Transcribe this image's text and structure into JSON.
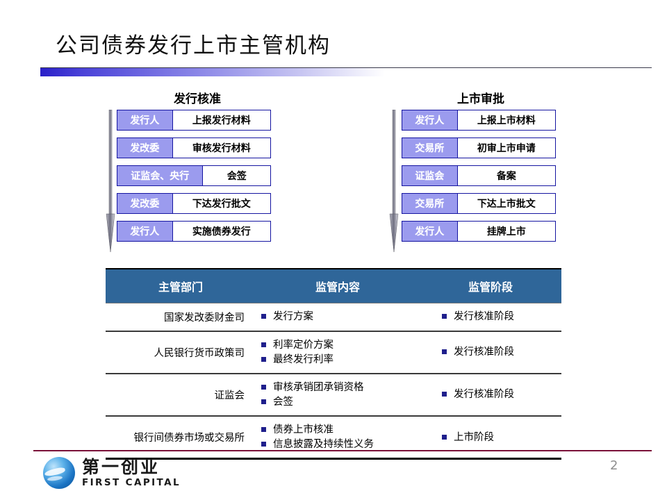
{
  "slide": {
    "title": "公司债券发行上市主管机构",
    "page_number": "2"
  },
  "flows": {
    "left": {
      "heading": "发行核准",
      "arrow_icon": "down-arrow-icon",
      "steps": [
        {
          "actor": "发行人",
          "action": "上报发行材料"
        },
        {
          "actor": "发改委",
          "action": "审核发行材料"
        },
        {
          "actor": "证监会、央行",
          "action": "会签"
        },
        {
          "actor": "发改委",
          "action": "下达发行批文"
        },
        {
          "actor": "发行人",
          "action": "实施债券发行"
        }
      ]
    },
    "right": {
      "heading": "上市审批",
      "arrow_icon": "down-arrow-icon",
      "steps": [
        {
          "actor": "发行人",
          "action": "上报上市材料"
        },
        {
          "actor": "交易所",
          "action": "初审上市申请"
        },
        {
          "actor": "证监会",
          "action": "备案"
        },
        {
          "actor": "交易所",
          "action": "下达上市批文"
        },
        {
          "actor": "发行人",
          "action": "挂牌上市"
        }
      ]
    }
  },
  "table": {
    "headers": [
      "主管部门",
      "监管内容",
      "监管阶段"
    ],
    "rows": [
      {
        "department": "国家发改委财金司",
        "content": [
          "发行方案"
        ],
        "stage": [
          "发行核准阶段"
        ]
      },
      {
        "department": "人民银行货币政策司",
        "content": [
          "利率定价方案",
          "最终发行利率"
        ],
        "stage": [
          "发行核准阶段"
        ]
      },
      {
        "department": "证监会",
        "content": [
          "审核承销团承销资格",
          "会签"
        ],
        "stage": [
          "发行核准阶段"
        ]
      },
      {
        "department": "银行间债券市场或交易所",
        "content": [
          "债券上市核准",
          "信息披露及持续性义务"
        ],
        "stage": [
          "上市阶段"
        ]
      }
    ]
  },
  "footer": {
    "logo_cn": "第一创业",
    "logo_en": "FIRST CAPITAL",
    "logo_icon": "globe-icon"
  },
  "colors": {
    "title_gradient_start": "#2a20c8",
    "actor_cell": "#9b9bee",
    "table_header": "#2f6699",
    "bullet": "#1f1f8c",
    "footer_rule": "#7a1038"
  }
}
